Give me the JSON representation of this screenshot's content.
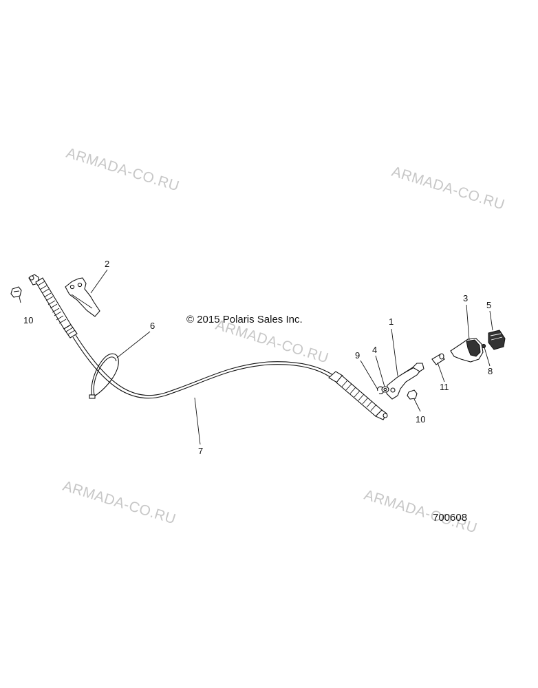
{
  "diagram": {
    "copyright": "© 2015 Polaris Sales Inc.",
    "drawing_number": "700608",
    "watermark": "ARMADA-CO.RU",
    "callouts": [
      "1",
      "2",
      "3",
      "4",
      "5",
      "6",
      "7",
      "8",
      "9",
      "10",
      "10",
      "11"
    ]
  }
}
